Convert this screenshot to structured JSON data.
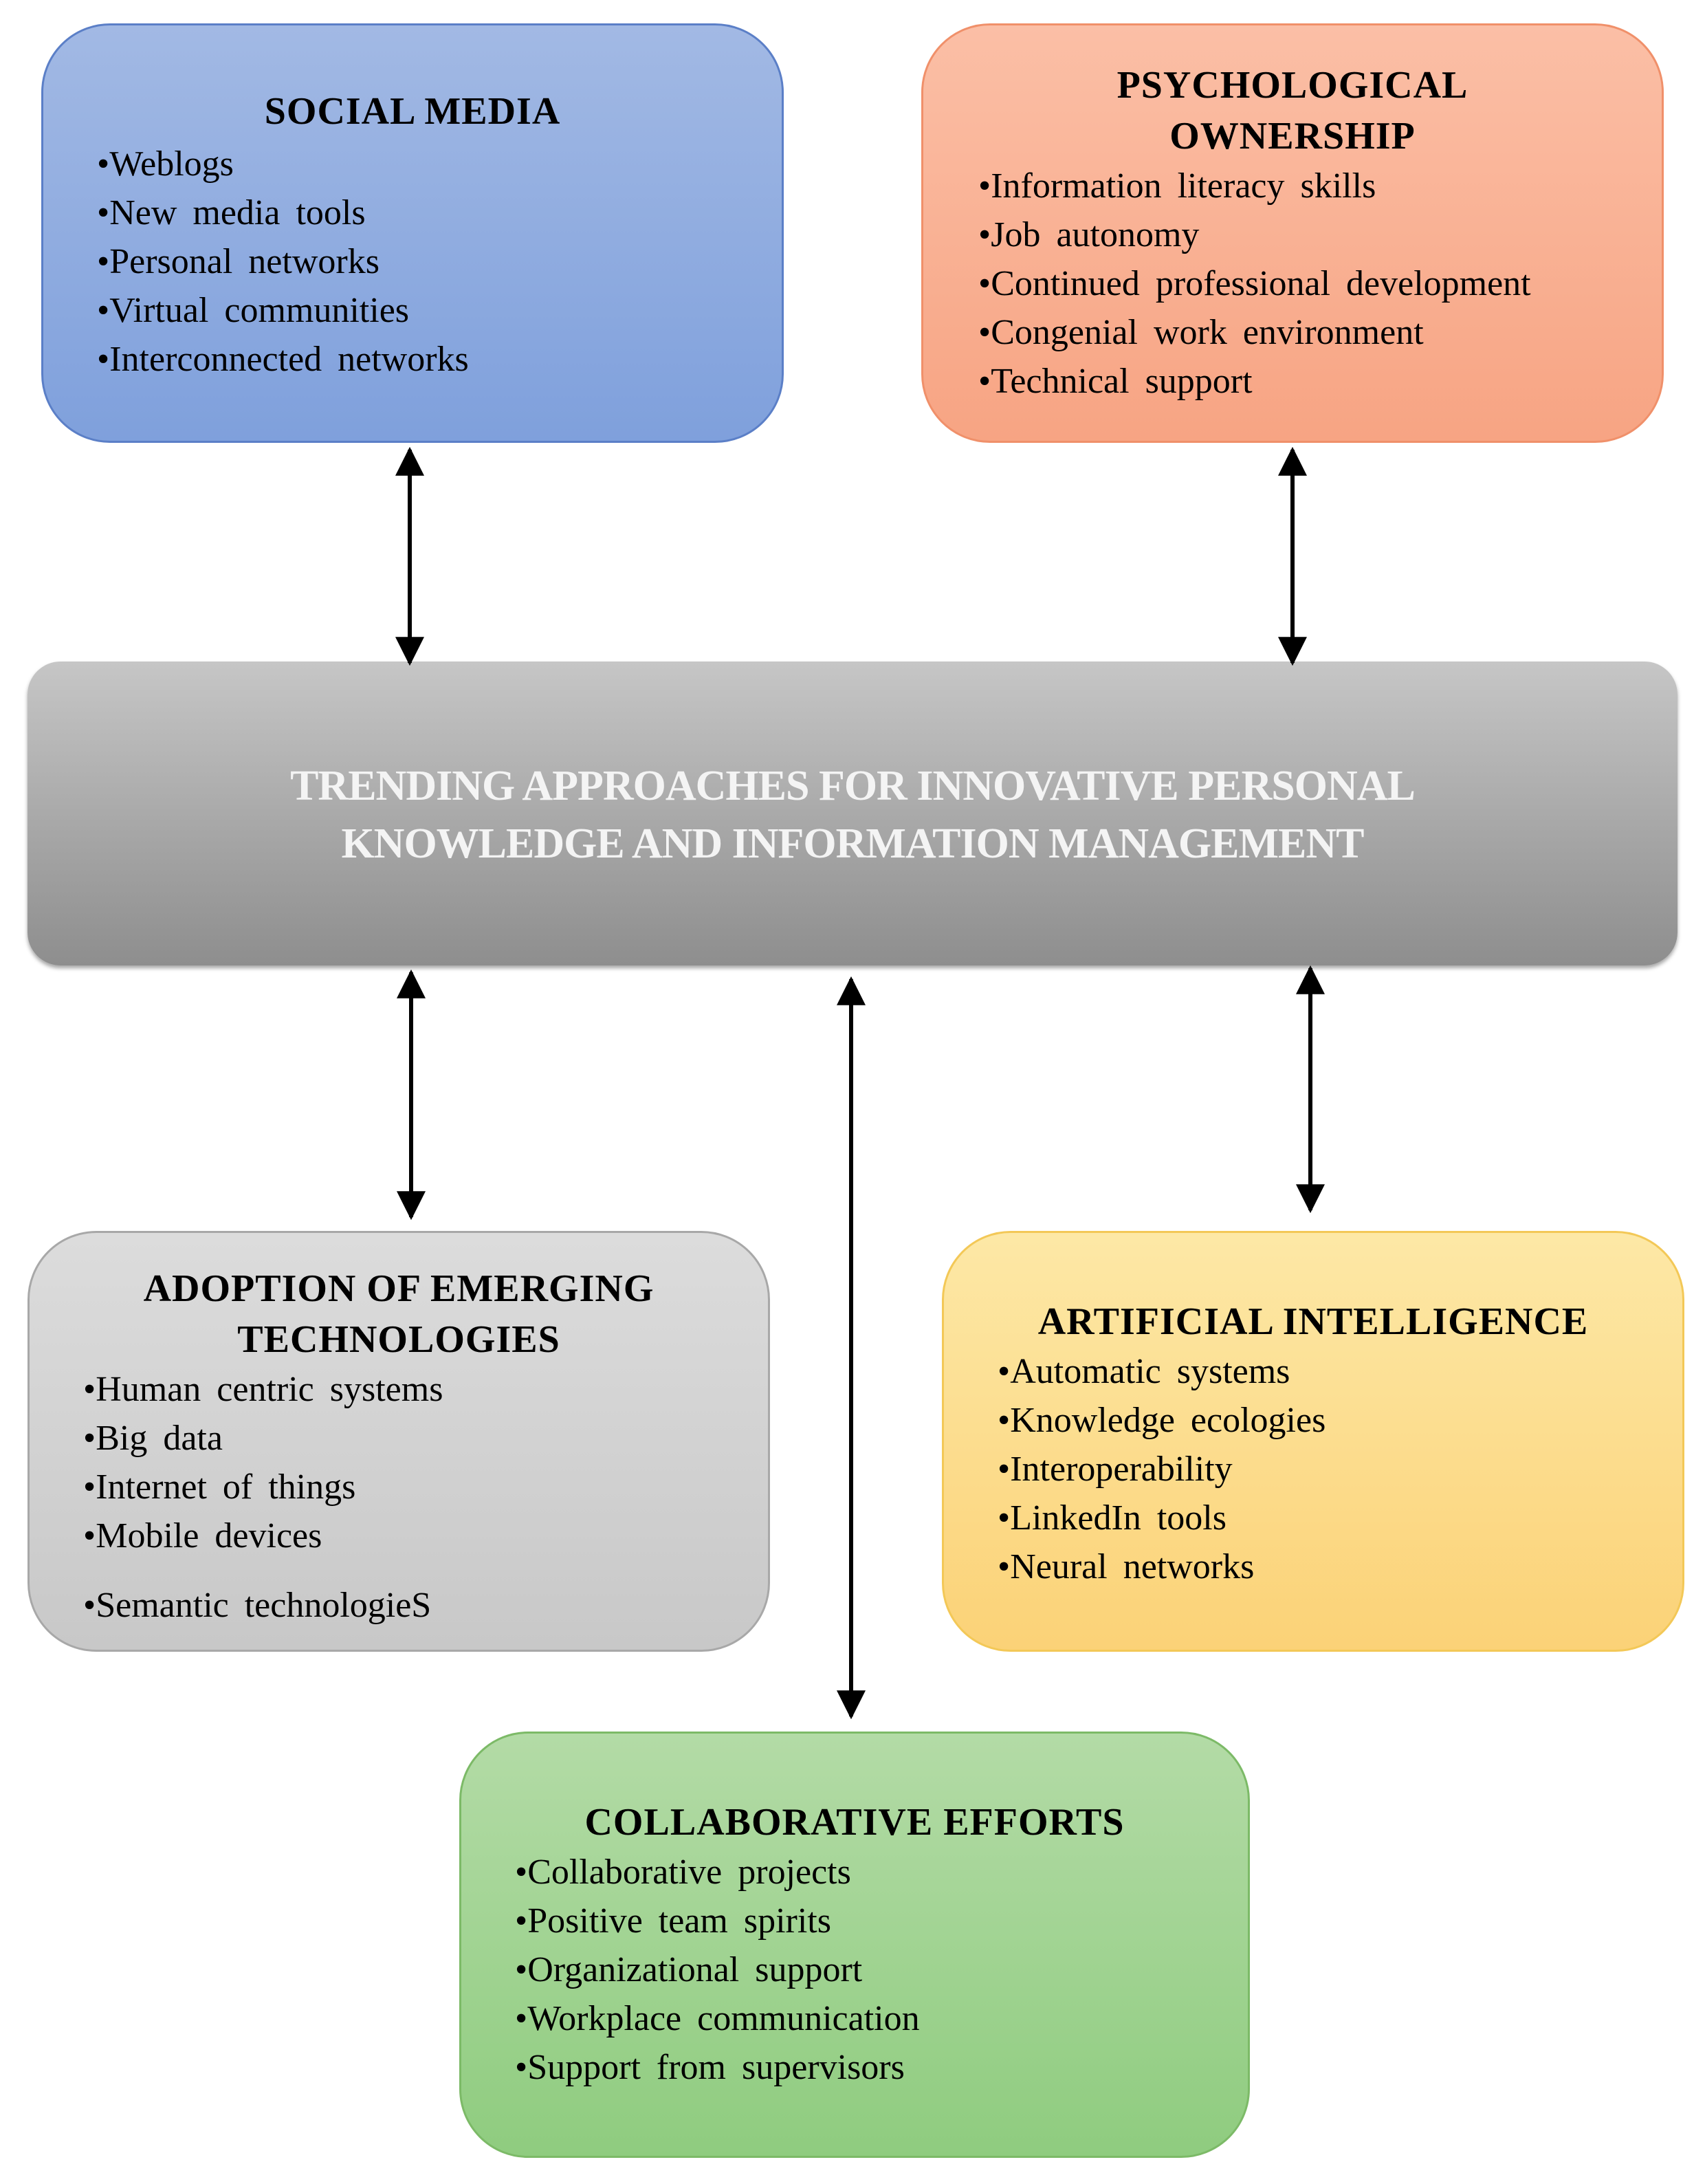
{
  "social_media": {
    "title": "SOCIAL MEDIA",
    "items": [
      "Weblogs",
      "New media tools",
      "Personal networks",
      "Virtual communities",
      "Interconnected networks"
    ]
  },
  "psychological_ownership": {
    "title_line1": "PSYCHOLOGICAL",
    "title_line2": "OWNERSHIP",
    "items": [
      "Information literacy skills",
      "Job autonomy",
      "Continued professional development",
      "Congenial work environment",
      "Technical support"
    ]
  },
  "center": {
    "title_line1": "TRENDING APPROACHES FOR INNOVATIVE PERSONAL",
    "title_line2": "KNOWLEDGE AND INFORMATION MANAGEMENT"
  },
  "adoption": {
    "title_line1": "ADOPTION OF EMERGING",
    "title_line2": "TECHNOLOGIES",
    "items": [
      "Human centric systems",
      "Big data",
      "Internet of things",
      "Mobile devices",
      "Semantic technologieS"
    ]
  },
  "artificial_intelligence": {
    "title": "ARTIFICIAL INTELLIGENCE",
    "items": [
      "Automatic systems",
      "Knowledge ecologies",
      "Interoperability",
      "LinkedIn tools",
      "Neural networks"
    ]
  },
  "collaborative": {
    "title": "COLLABORATIVE EFFORTS",
    "items": [
      "Collaborative projects",
      "Positive team spirits",
      "Organizational support",
      "Workplace communication",
      "Support from supervisors"
    ]
  },
  "colors": {
    "social_media": "#8faadf",
    "psychological_ownership": "#f9b092",
    "center": "#a9a9a9",
    "adoption": "#d0d0d0",
    "artificial_intelligence": "#fcdb8c",
    "collaborative": "#a0d392",
    "arrow": "#000000"
  }
}
